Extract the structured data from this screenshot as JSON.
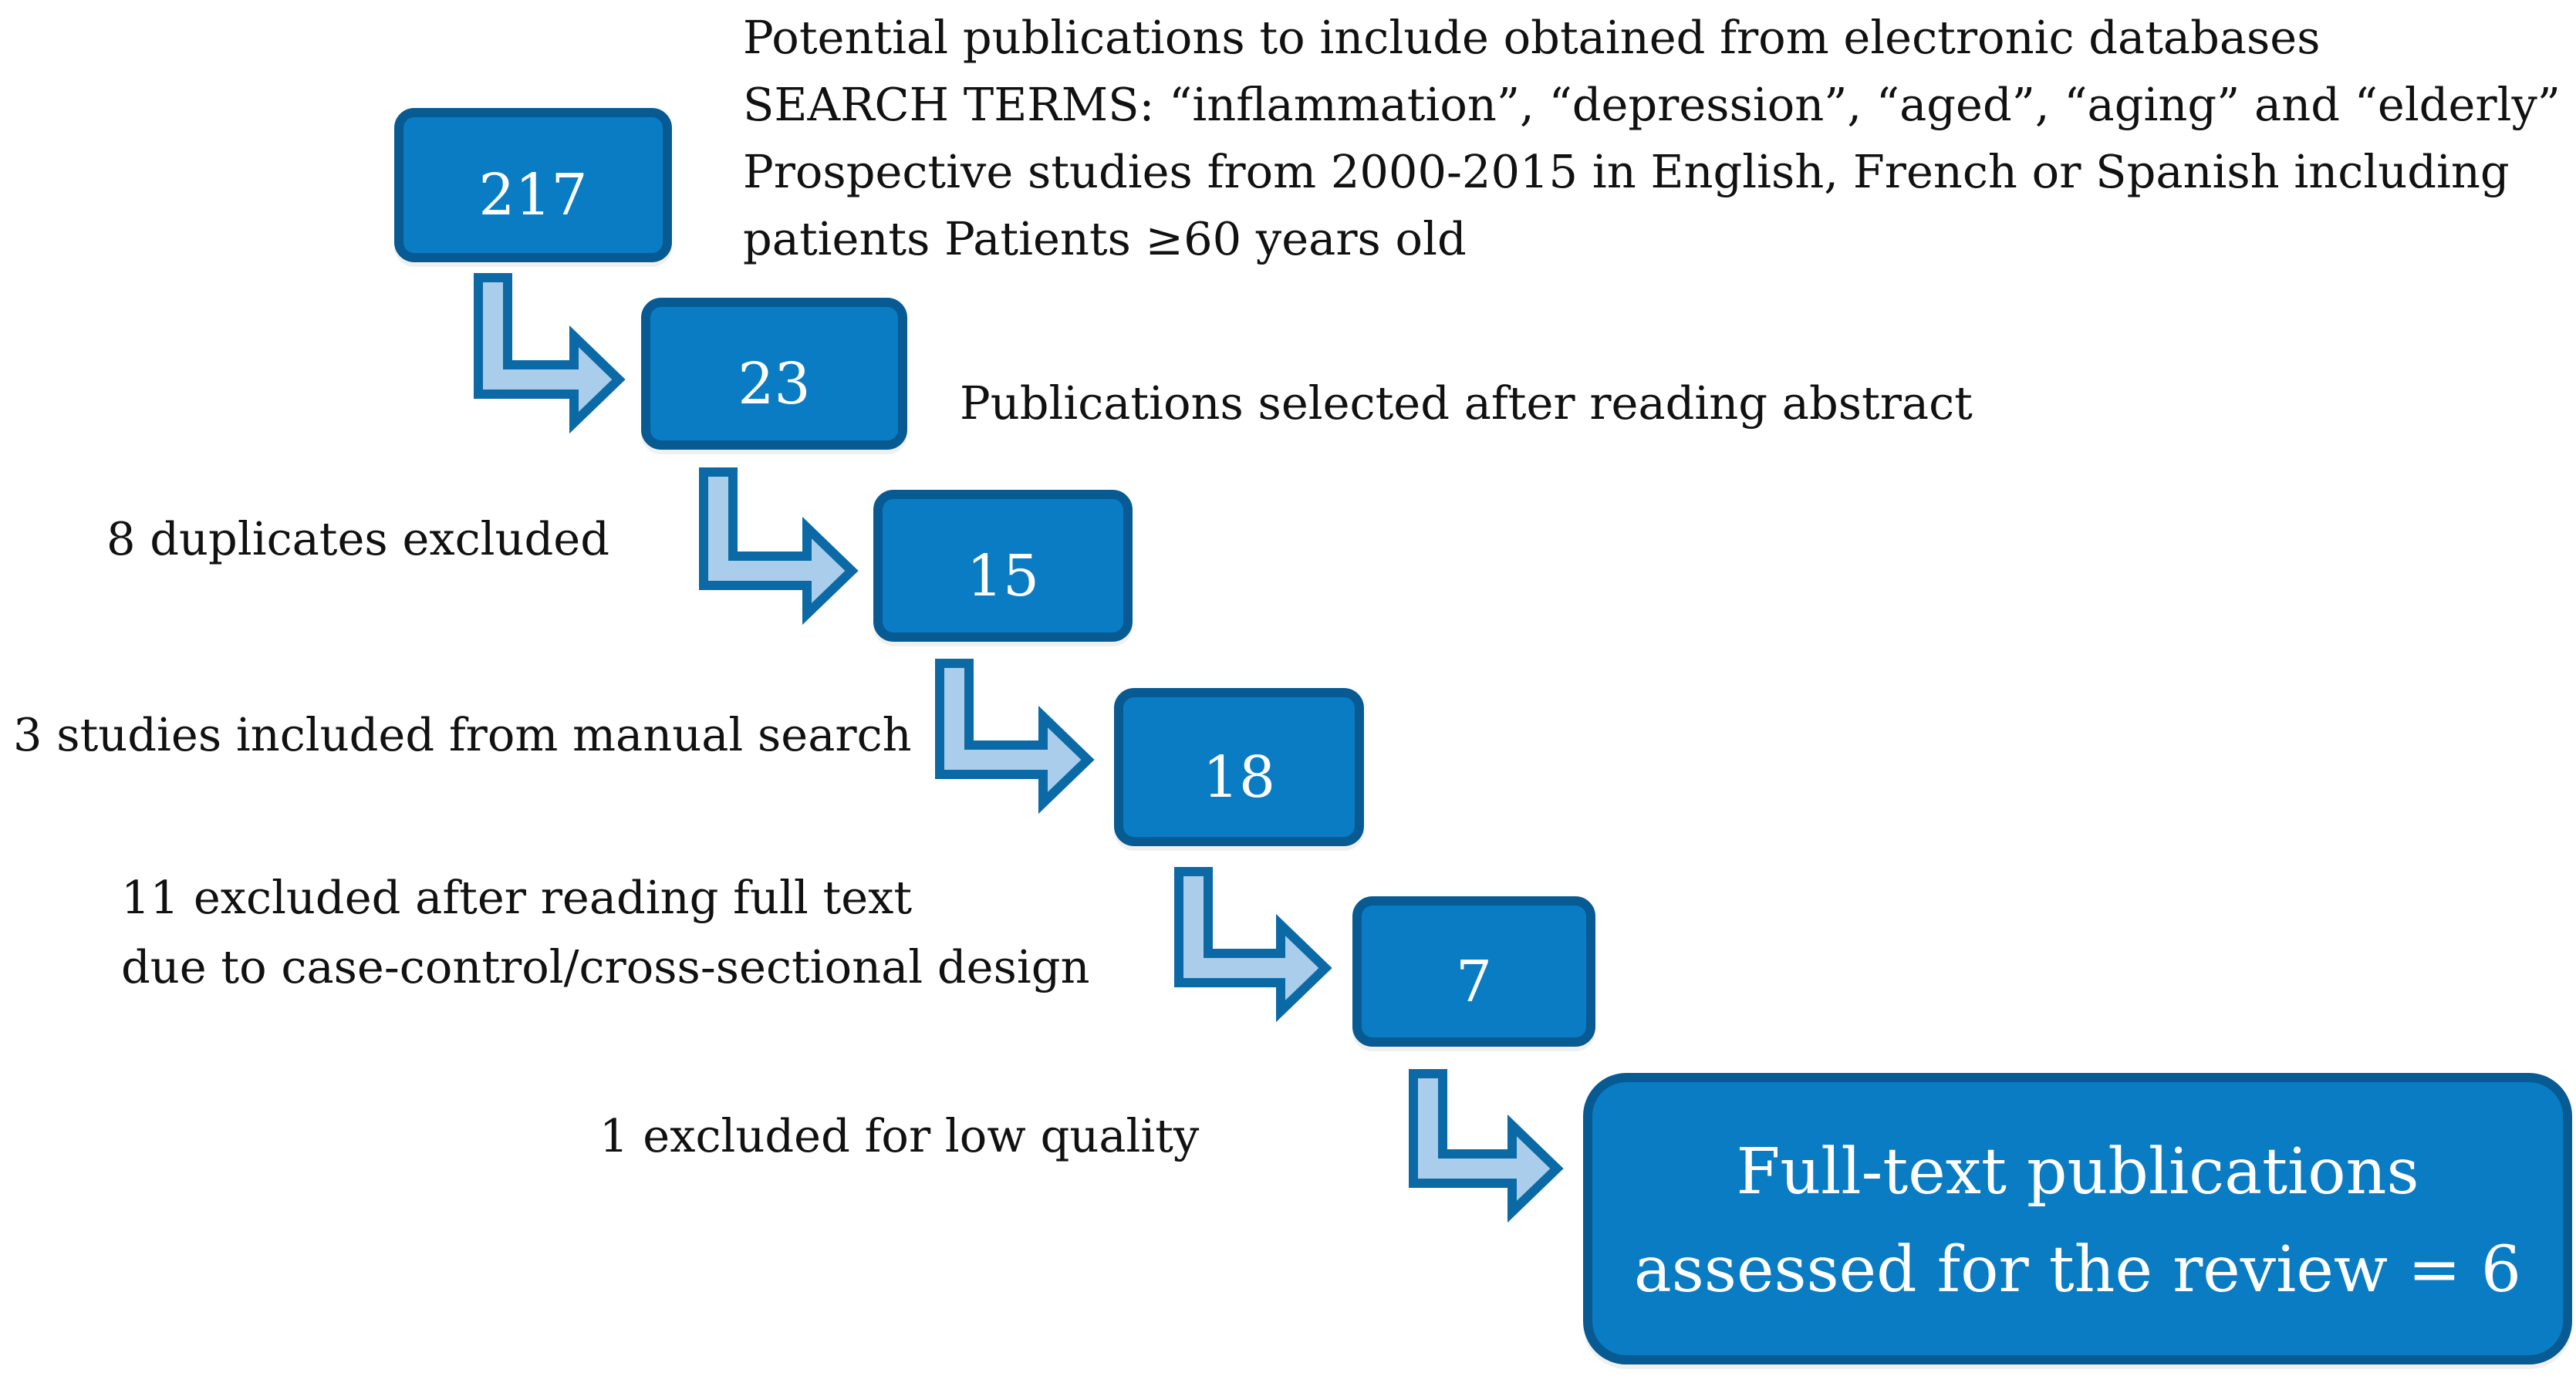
{
  "boxes": {
    "b1": "217",
    "b2": "23",
    "b3": "15",
    "b4": "18",
    "b5": "7",
    "final_line1": "Full-text publications",
    "final_line2": "assessed for the review = 6"
  },
  "annotations": {
    "databases": [
      "Potential publications to include obtained from electronic databases",
      "SEARCH TERMS: “inflammation”, “depression”, “aged”, “aging” and “elderly”",
      "Prospective studies  from 2000-2015 in English, French or Spanish including",
      "patients Patients ≥60 years old"
    ],
    "abstract": "Publications selected after reading abstract",
    "duplicates": "8 duplicates excluded",
    "manual": "3 studies included from manual search",
    "fulltext": [
      "11 excluded after reading full text",
      "due to case-control/cross-sectional design"
    ],
    "quality": "1 excluded for low quality"
  },
  "colors": {
    "box_fill": "#0a7cc4",
    "box_border": "#075a92",
    "arrow_fill": "#a9cdea",
    "arrow_outline": "#0b6aa6",
    "text": "#111111"
  },
  "icons": [
    "elbow-arrow-icon"
  ]
}
